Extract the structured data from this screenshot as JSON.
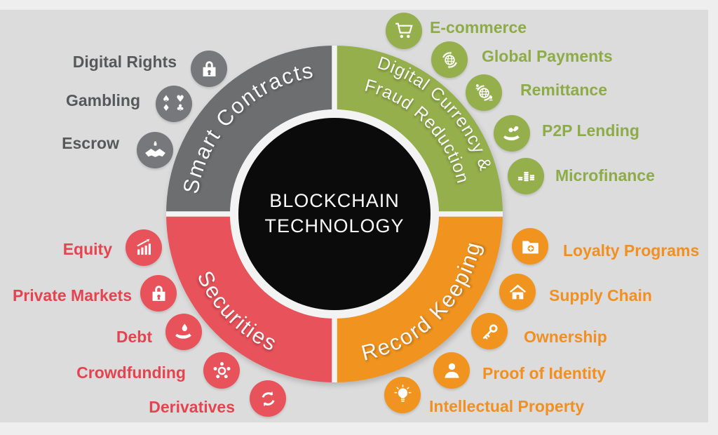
{
  "title": "Blockchain Technology applications infographic",
  "colors": {
    "outer_background": "#eeeeee",
    "panel_background": "#dcdcdc",
    "center_circle": "#0b0b0b",
    "gray_arc": "#6d6e70",
    "green_arc": "#95af4c",
    "orange_arc": "#f0941f",
    "red_arc": "#e8525a",
    "arc_text": "#f8f8f8"
  },
  "center": {
    "line1": "BLOCKCHAIN",
    "line2": "TECHNOLOGY"
  },
  "quadrants": {
    "smart_contracts": {
      "label": "Smart Contracts",
      "arc_color": "#6d6e70",
      "text_color": "#57585a",
      "items": [
        {
          "label": "Digital Rights",
          "icon": "lock-icon"
        },
        {
          "label": "Gambling",
          "icon": "card-suits-icon",
          "glyph_row1": "♠ ♥",
          "glyph_row2": "♦ ♣"
        },
        {
          "label": "Escrow",
          "icon": "handshake-icon"
        }
      ]
    },
    "digital_currency_fraud_reduction": {
      "label_line1": "Digital Currency &",
      "label_line2": "Fraud Reduction",
      "arc_color": "#95af4c",
      "text_color": "#8dac48",
      "items": [
        {
          "label": "E-commerce",
          "icon": "shopping-cart-icon"
        },
        {
          "label": "Global Payments",
          "icon": "globe-payments-icon"
        },
        {
          "label": "Remittance",
          "icon": "globe-people-icon"
        },
        {
          "label": "P2P Lending",
          "icon": "hands-exchange-icon"
        },
        {
          "label": "Microfinance",
          "icon": "coin-stacks-icon"
        }
      ]
    },
    "record_keeping": {
      "label": "Record Keeping",
      "arc_color": "#f0941f",
      "text_color": "#f19021",
      "items": [
        {
          "label": "Loyalty Programs",
          "icon": "folder-plus-icon"
        },
        {
          "label": "Supply Chain",
          "icon": "house-delivery-icon"
        },
        {
          "label": "Ownership",
          "icon": "key-icon"
        },
        {
          "label": "Proof of Identity",
          "icon": "person-icon"
        },
        {
          "label": "Intellectual Property",
          "icon": "lightbulb-icon"
        }
      ]
    },
    "securities": {
      "label": "Securities",
      "arc_color": "#e8525a",
      "text_color": "#e5434f",
      "items": [
        {
          "label": "Equity",
          "icon": "growth-chart-icon"
        },
        {
          "label": "Private Markets",
          "icon": "lock-icon"
        },
        {
          "label": "Debt",
          "icon": "hand-drop-icon"
        },
        {
          "label": "Crowdfunding",
          "icon": "network-people-icon"
        },
        {
          "label": "Derivatives",
          "icon": "cycle-arrows-icon"
        }
      ]
    }
  }
}
